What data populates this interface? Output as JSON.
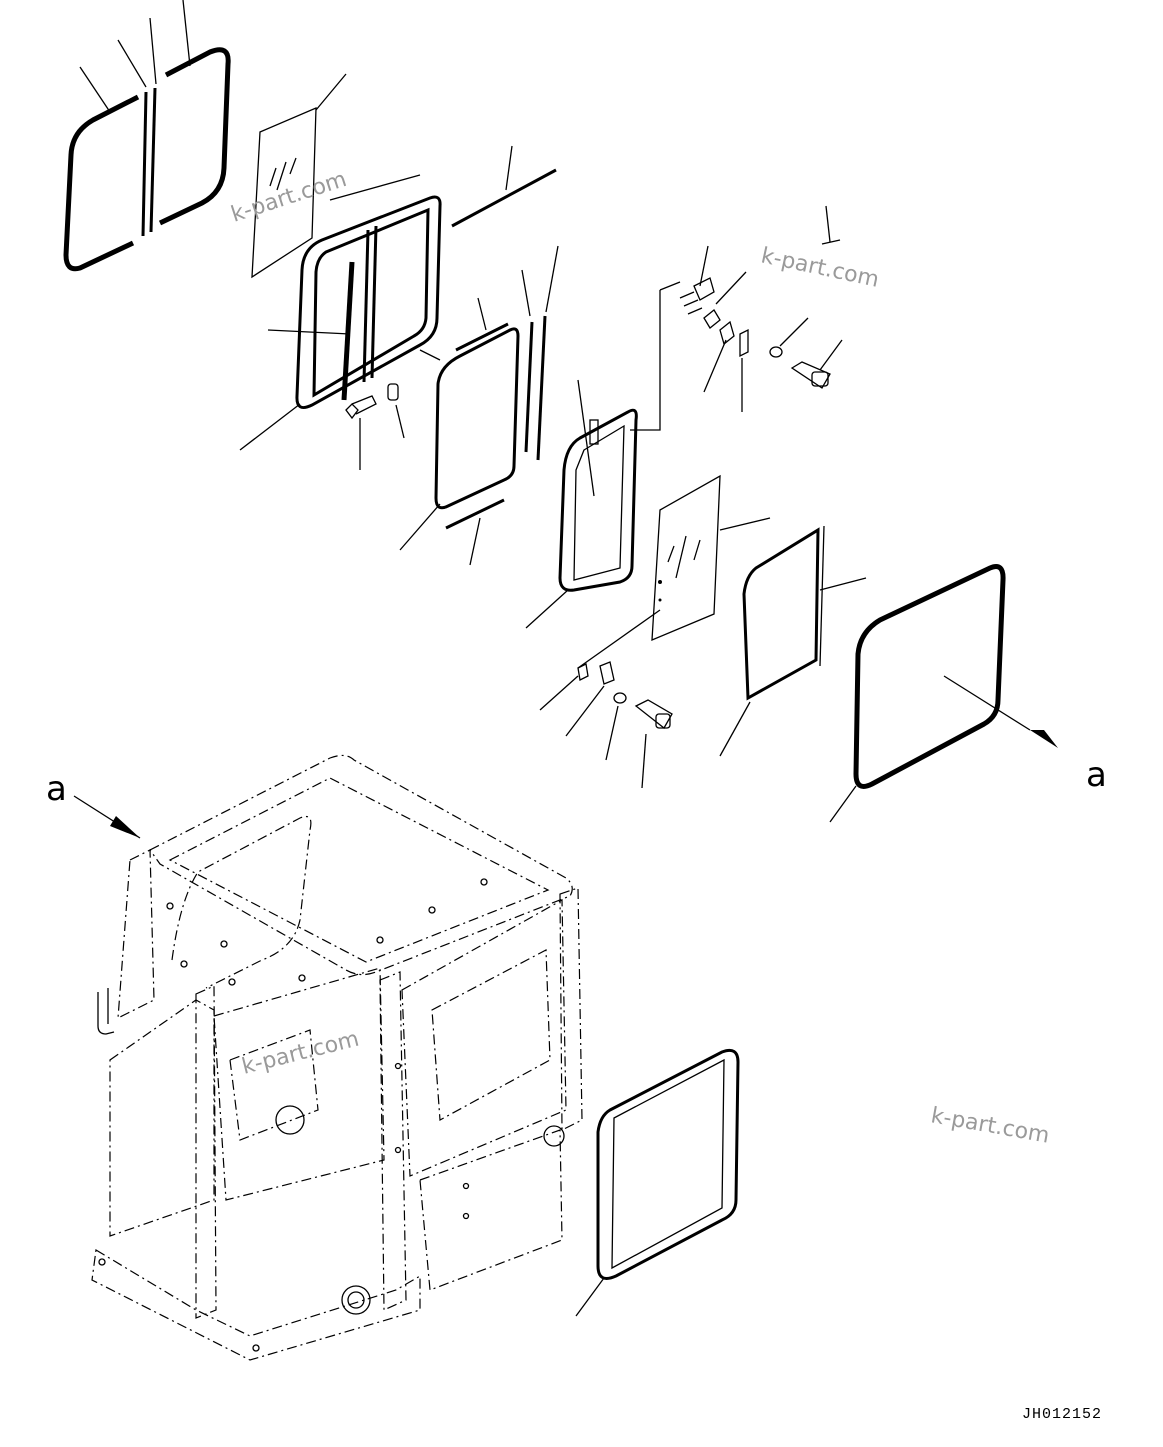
{
  "diagram": {
    "reference_label": "a",
    "drawing_code": "JH012152",
    "watermark": "k-part.com"
  }
}
